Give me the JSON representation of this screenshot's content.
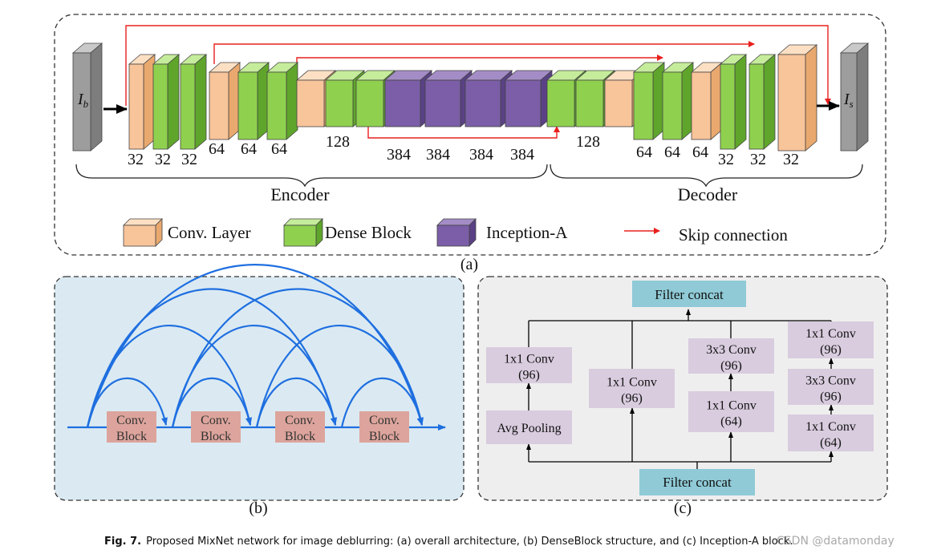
{
  "panel_a": {
    "input_label_main": "I",
    "input_label_sub": "b",
    "output_label_main": "I",
    "output_label_sub": "s",
    "channels": [
      "32",
      "32",
      "32",
      "64",
      "64",
      "64",
      "128",
      "384",
      "384",
      "384",
      "384",
      "128",
      "64",
      "64",
      "64",
      "32",
      "32",
      "32"
    ],
    "encoder_label": "Encoder",
    "decoder_label": "Decoder",
    "legend": {
      "conv": "Conv. Layer",
      "dense": "Dense Block",
      "inception": "Inception-A",
      "skip": "Skip connection"
    },
    "panel_label": "(a)"
  },
  "panel_b": {
    "blocks": [
      {
        "line1": "Conv.",
        "line2": "Block"
      },
      {
        "line1": "Conv.",
        "line2": "Block"
      },
      {
        "line1": "Conv.",
        "line2": "Block"
      },
      {
        "line1": "Conv.",
        "line2": "Block"
      }
    ],
    "panel_label": "(b)"
  },
  "panel_c": {
    "top": "Filter concat",
    "bottom": "Filter concat",
    "boxes": [
      {
        "line1": "1x1 Conv",
        "line2": "(96)"
      },
      {
        "line1": "Avg Pooling",
        "line2": ""
      },
      {
        "line1": "1x1 Conv",
        "line2": "(96)"
      },
      {
        "line1": "3x3 Conv",
        "line2": "(96)"
      },
      {
        "line1": "1x1 Conv",
        "line2": "(64)"
      },
      {
        "line1": "1x1 Conv",
        "line2": "(96)"
      },
      {
        "line1": "3x3 Conv",
        "line2": "(96)"
      },
      {
        "line1": "1x1 Conv",
        "line2": "(64)"
      }
    ],
    "panel_label": "(c)"
  },
  "caption": {
    "fig": "Fig. 7.",
    "text": "Proposed MixNet network for image deblurring: (a) overall architecture, (b) DenseBlock structure, and (c) Inception-A block."
  },
  "watermark": "CSDN @datamonday",
  "colors": {
    "conv": "#f8c49a",
    "dense": "#8fd14f",
    "inception": "#7b5ea7",
    "skip": "#e8201e",
    "panel_b_bg": "#dbeaf2",
    "panel_b_arrow": "#1f6fe0",
    "panel_b_block": "#dca49c",
    "panel_c_bg": "#eeeeee",
    "panel_c_concat": "#8fcad6",
    "panel_c_box": "#d8ccde"
  }
}
